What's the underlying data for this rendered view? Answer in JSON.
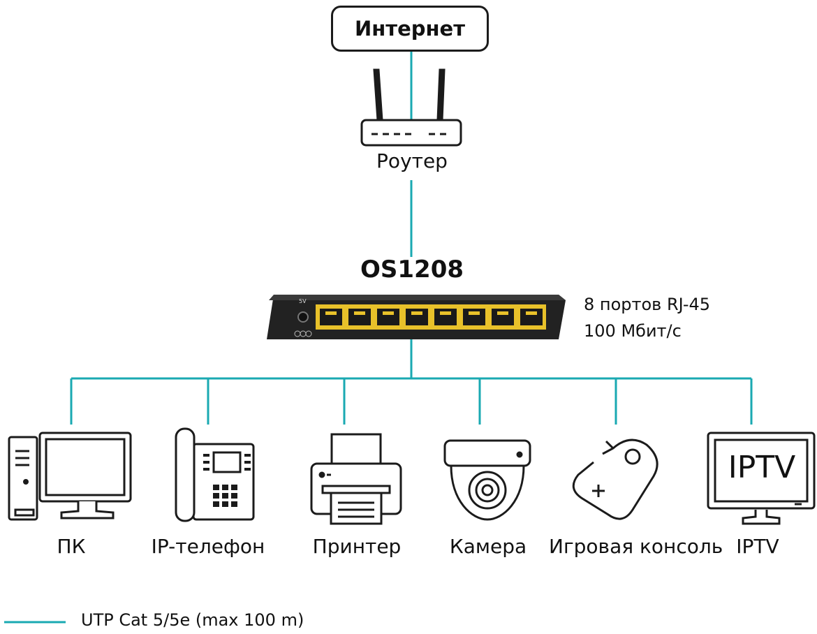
{
  "internet": {
    "label": "Интернет"
  },
  "router": {
    "label": "Роутер"
  },
  "switch": {
    "model": "OS1208",
    "power_label": "5V",
    "ports_spec": "8 портов RJ-45",
    "speed_spec": "100 Мбит/с"
  },
  "devices": [
    {
      "label": "ПК",
      "icon": "pc-icon"
    },
    {
      "label": "IP-телефон",
      "icon": "ip-phone-icon"
    },
    {
      "label": "Принтер",
      "icon": "printer-icon"
    },
    {
      "label": "Камера",
      "icon": "camera-icon"
    },
    {
      "label": "Игровая консоль",
      "icon": "gamepad-icon"
    },
    {
      "label": "IPTV",
      "icon": "tv-icon",
      "screen_text": "IPTV"
    }
  ],
  "legend": {
    "label": "UTP Cat 5/5e (max 100 m)",
    "color": "#1aa9b2"
  },
  "colors": {
    "link": "#1aa9b2",
    "icon": "#1b1b1b",
    "port": "#e8c12a"
  }
}
